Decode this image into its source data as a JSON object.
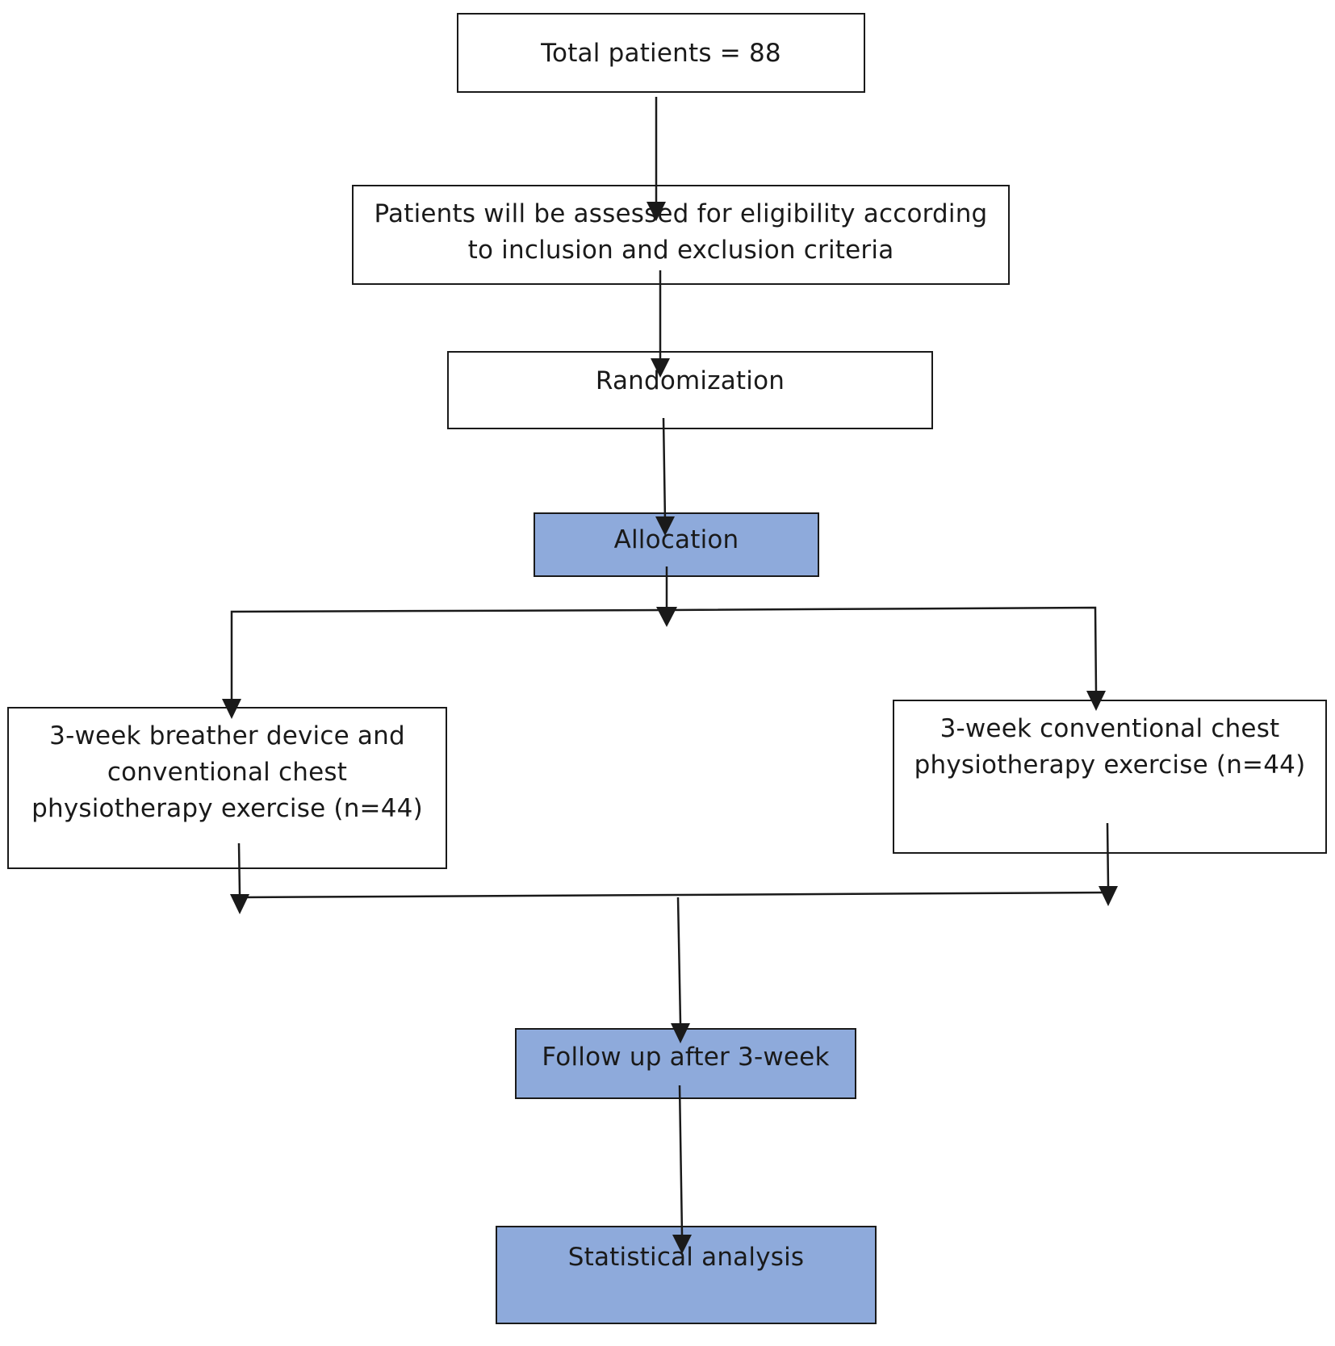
{
  "colors": {
    "box_fill": "#ffffff",
    "highlight_fill": "#8eaadb",
    "line": "#1a1a1a"
  },
  "nodes": {
    "total": "Total patients = 88",
    "eligibility": "Patients will be assessed for eligibility according\nto inclusion and exclusion criteria",
    "randomization": "Randomization",
    "allocation": "Allocation",
    "group_a": "3-week breather device and\nconventional chest\nphysiotherapy exercise (n=44)",
    "group_b": "3-week conventional chest\nphysiotherapy exercise (n=44)",
    "follow_up": "Follow up after 3-week",
    "analysis": "Statistical analysis"
  }
}
